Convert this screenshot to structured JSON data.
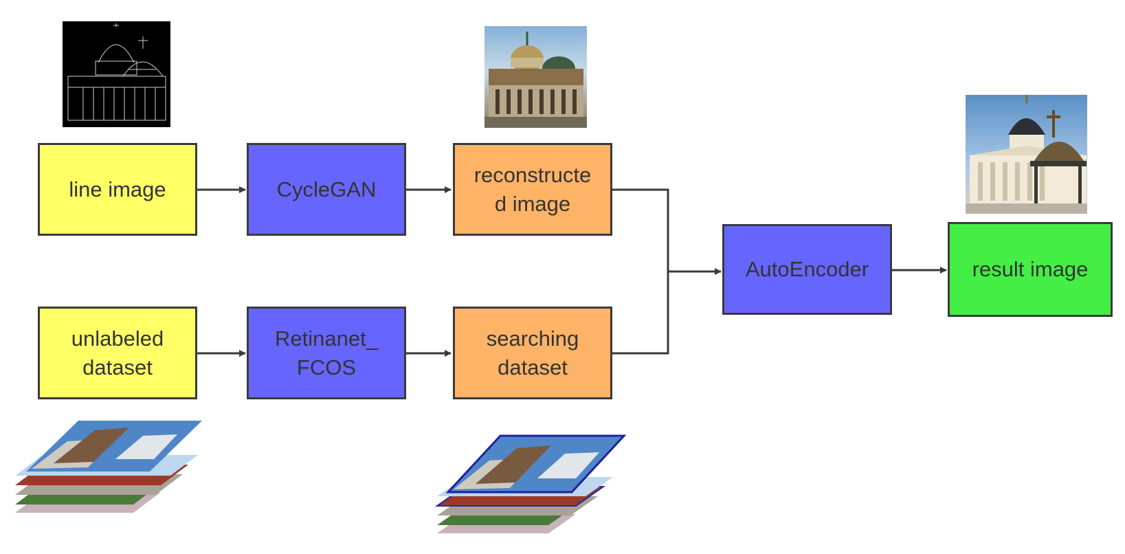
{
  "nodes": {
    "line_image": {
      "label": "line image",
      "color": "#ffff66"
    },
    "cyclegan": {
      "label": "CycleGAN",
      "color": "#6666ff"
    },
    "reconstructed": {
      "label": "reconstructe\nd image",
      "color": "#ffb366"
    },
    "unlabeled": {
      "label": "unlabeled\ndataset",
      "color": "#ffff66"
    },
    "retinanet": {
      "label": "Retinanet_\nFCOS",
      "color": "#6666ff"
    },
    "searching": {
      "label": "searching\ndataset",
      "color": "#ffb366"
    },
    "autoencoder": {
      "label": "AutoEncoder",
      "color": "#6666ff"
    },
    "result": {
      "label": "result image",
      "color": "#44ee44"
    }
  },
  "images": {
    "line_drawing": "church-line-drawing",
    "reconstructed_photo": "church-reconstructed-photo",
    "result_photo": "church-result-photo",
    "unlabeled_stack": "building-photo-stack",
    "searching_stack": "building-photo-stack-detected"
  },
  "colors": {
    "line": "#3a3a3a",
    "text": "#333333"
  }
}
